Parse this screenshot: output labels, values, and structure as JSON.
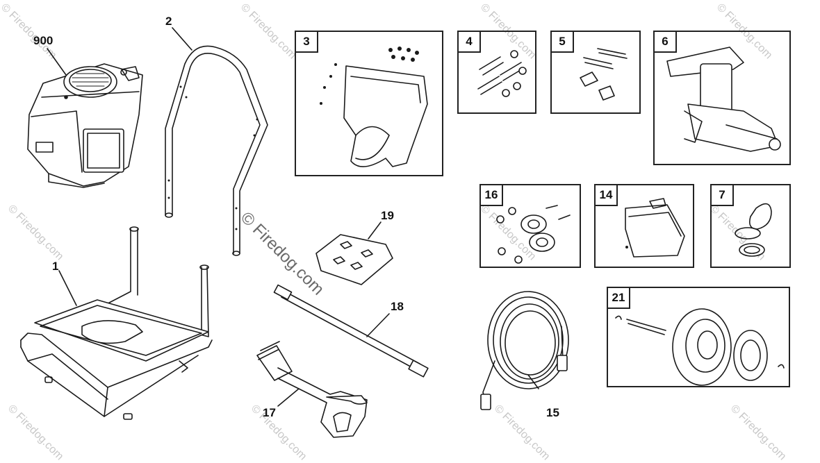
{
  "watermark": {
    "text": "© Firedog.com"
  },
  "callouts": {
    "c900": "900",
    "c2": "2",
    "c1": "1",
    "c19": "19",
    "c18": "18",
    "c17": "17",
    "c15": "15"
  },
  "boxes": {
    "b3": "3",
    "b4": "4",
    "b5": "5",
    "b6": "6",
    "b16": "16",
    "b14": "14",
    "b7": "7",
    "b21": "21"
  }
}
